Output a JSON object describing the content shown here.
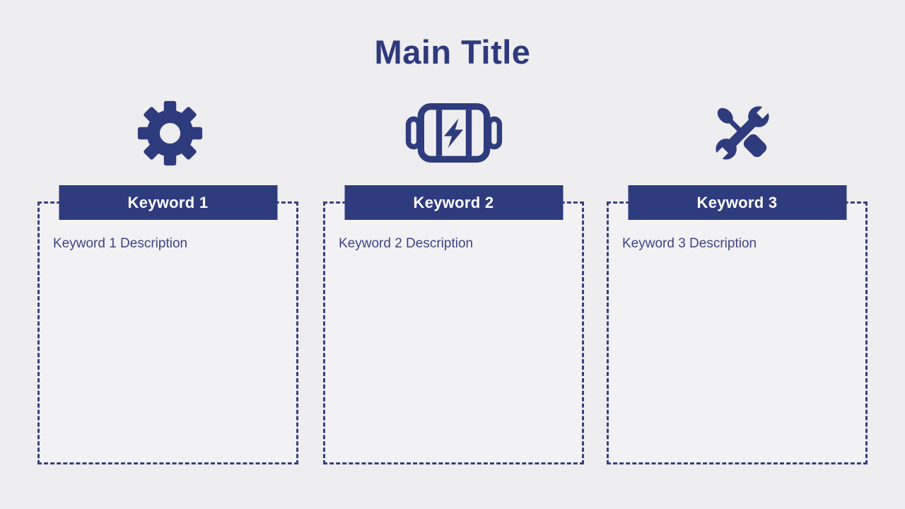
{
  "title": "Main Title",
  "columns": [
    {
      "keyword": "Keyword 1",
      "description": "Keyword 1 Description",
      "icon": "gear-icon"
    },
    {
      "keyword": "Keyword 2",
      "description": "Keyword 2 Description",
      "icon": "battery-bolt-icon"
    },
    {
      "keyword": "Keyword 3",
      "description": "Keyword 3 Description",
      "icon": "screwdriver-wrench-icon"
    }
  ],
  "colors": {
    "accent": "#2E3B7D",
    "title_text": "#2E3A7C",
    "panel_border": "#38407F",
    "panel_background": "#F2F2F5",
    "page_background": "#EEEDEF",
    "description_text": "#3F4381",
    "keyword_text": "#FFFFFF"
  }
}
